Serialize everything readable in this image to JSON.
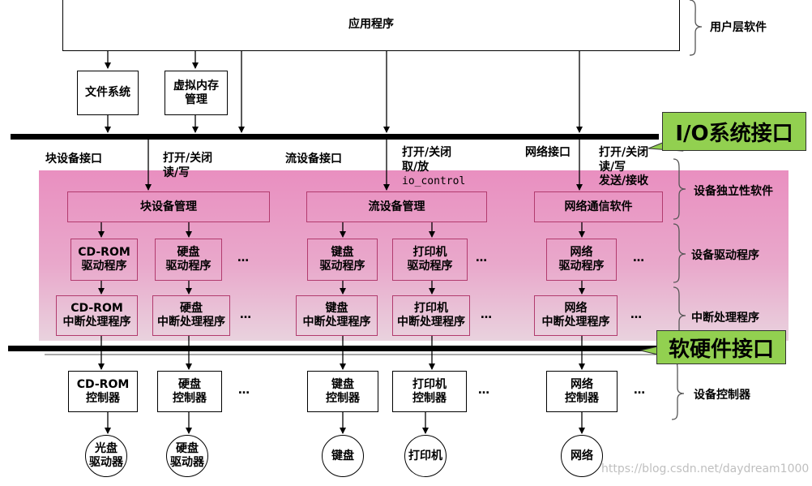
{
  "app": "应用程序",
  "fs": "文件系统",
  "vm": "虚拟内存\n管理",
  "io_interface": "I/O系统接口",
  "hw_interface": "软硬件接口",
  "accent_green": "#92d050",
  "pink_region": "#e992c2",
  "iface": {
    "block": "块设备接口",
    "block_ops": "打开/关闭\n读/写",
    "stream": "流设备接口",
    "stream_ops": "打开/关闭\n取/放",
    "stream_ctl": "io_control",
    "net": "网络接口",
    "net_ops": "打开/关闭\n读/写",
    "net_send": "发送/接收"
  },
  "mgmt": {
    "block": "块设备管理",
    "stream": "流设备管理",
    "net": "网络通信软件"
  },
  "drivers": [
    "CD-ROM\n驱动程序",
    "硬盘\n驱动程序",
    "键盘\n驱动程序",
    "打印机\n驱动程序",
    "网络\n驱动程序"
  ],
  "interrupts": [
    "CD-ROM\n中断处理程序",
    "硬盘\n中断处理程序",
    "键盘\n中断处理程序",
    "打印机\n中断处理程序",
    "网络\n中断处理程序"
  ],
  "controllers": [
    "CD-ROM\n控制器",
    "硬盘\n控制器",
    "键盘\n控制器",
    "打印机\n控制器",
    "网络\n控制器"
  ],
  "devices": [
    "光盘\n驱动器",
    "硬盘\n驱动器",
    "键盘",
    "打印机",
    "网络"
  ],
  "ellipsis": "…",
  "layers": {
    "user": "用户层软件",
    "independent": "设备独立性软件",
    "driver": "设备驱动程序",
    "interrupt": "中断处理程序",
    "controller": "设备控制器"
  },
  "watermark": "https://blog.csdn.net/daydream1000"
}
